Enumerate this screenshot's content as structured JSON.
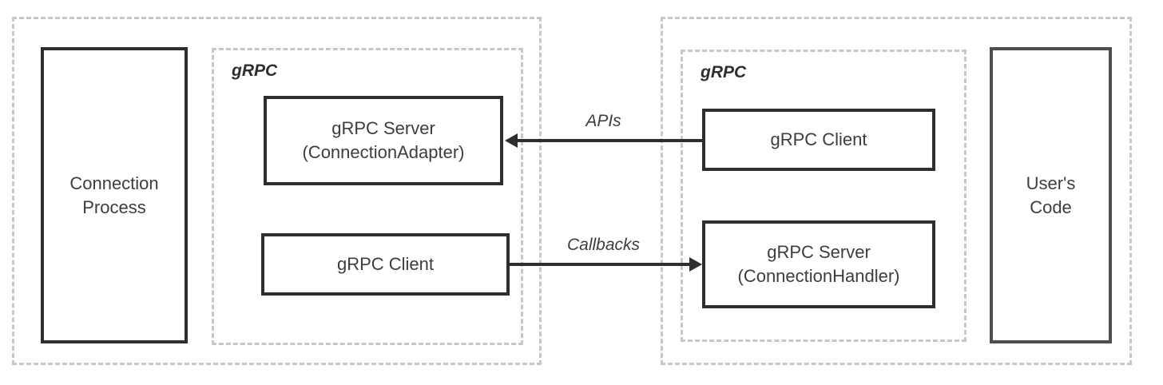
{
  "diagram": {
    "left_panel": {
      "process_box": {
        "line1": "Connection",
        "line2": "Process"
      },
      "grpc_group": {
        "label": "gRPC",
        "server_box": {
          "line1": "gRPC Server",
          "line2": "(ConnectionAdapter)"
        },
        "client_box": {
          "label": "gRPC Client"
        }
      }
    },
    "right_panel": {
      "grpc_group": {
        "label": "gRPC",
        "client_box": {
          "label": "gRPC Client"
        },
        "server_box": {
          "line1": "gRPC Server",
          "line2": "(ConnectionHandler)"
        }
      },
      "code_box": {
        "line1": "User's",
        "line2": "Code"
      }
    },
    "arrows": [
      {
        "label": "APIs",
        "direction": "left"
      },
      {
        "label": "Callbacks",
        "direction": "right"
      }
    ],
    "colors": {
      "solid_border": "#2e2e2e",
      "light_solid_border": "#4e4e4e",
      "dashed_border": "#c7c7c7",
      "text": "#3d3d3d",
      "background": "#ffffff"
    }
  }
}
